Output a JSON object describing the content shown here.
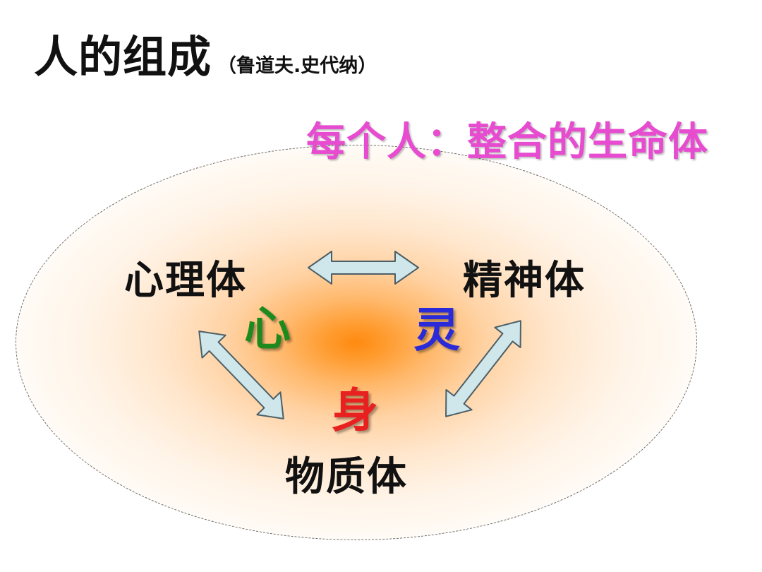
{
  "header": {
    "title": "人的组成",
    "subtitle": "（鲁道夫.史代纳）"
  },
  "tagline": "每个人：整合的生命体",
  "nodes": {
    "psychological": "心理体",
    "spiritual": "精神体",
    "material": "物质体"
  },
  "aspects": {
    "heart": {
      "label": "心",
      "color": "#1e8a1e"
    },
    "spirit": {
      "label": "灵",
      "color": "#2a2ad8"
    },
    "body": {
      "label": "身",
      "color": "#e82020"
    }
  },
  "colors": {
    "arrow_fill": "#cfe7ea",
    "arrow_stroke": "#4d5f66",
    "tagline": "#e64bd0"
  }
}
